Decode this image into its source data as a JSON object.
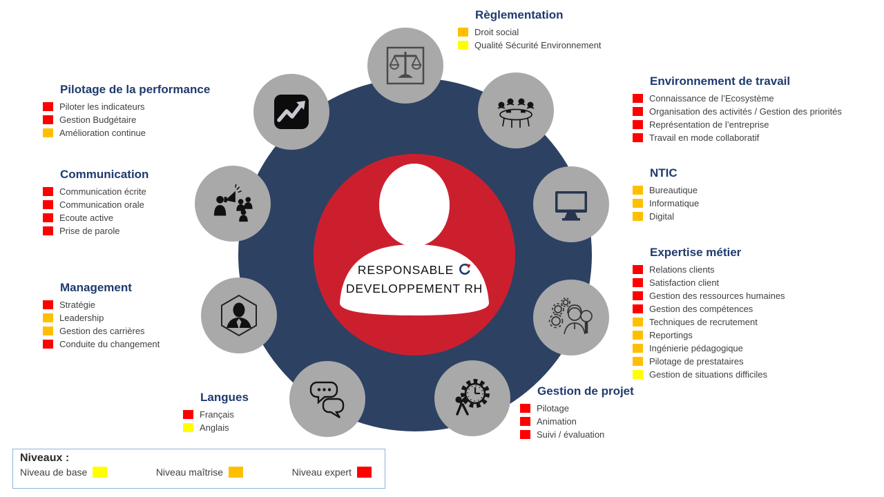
{
  "center": {
    "line1": "RESPONSABLE",
    "line2": "DEVELOPPEMENT RH"
  },
  "colors": {
    "outer_circle": "#2d4163",
    "inner_circle": "#cc1f2e",
    "node_circle": "#a9a9a9",
    "category_title": "#1e3b6e",
    "item_text": "#3f3f3f",
    "level_expert": "#fe0000",
    "level_maitrise": "#ffbf00",
    "level_base": "#ffff00",
    "legend_border": "#8ab4dc"
  },
  "categories": [
    {
      "id": "reglementation",
      "title": "Règlementation",
      "icon": "scales-icon",
      "items": [
        {
          "label": "Droit social",
          "level": "maitrise"
        },
        {
          "label": "Qualité Sécurité Environnement",
          "level": "base"
        }
      ]
    },
    {
      "id": "environnement",
      "title": "Environnement de travail",
      "icon": "meeting-table-icon",
      "items": [
        {
          "label": "Connaissance de l’Ecosystème",
          "level": "expert"
        },
        {
          "label": "Organisation des activités / Gestion des priorités",
          "level": "expert"
        },
        {
          "label": "Représentation de l’entreprise",
          "level": "expert"
        },
        {
          "label": "Travail en mode collaboratif",
          "level": "expert"
        }
      ]
    },
    {
      "id": "ntic",
      "title": "NTIC",
      "icon": "monitor-icon",
      "items": [
        {
          "label": "Bureautique",
          "level": "maitrise"
        },
        {
          "label": "Informatique",
          "level": "maitrise"
        },
        {
          "label": "Digital",
          "level": "maitrise"
        }
      ]
    },
    {
      "id": "expertise",
      "title": "Expertise métier",
      "icon": "analyst-gears-icon",
      "items": [
        {
          "label": "Relations clients",
          "level": "expert"
        },
        {
          "label": "Satisfaction client",
          "level": "expert"
        },
        {
          "label": "Gestion des ressources humaines",
          "level": "expert"
        },
        {
          "label": "Gestion des compétences",
          "level": "expert"
        },
        {
          "label": "Techniques de recrutement",
          "level": "maitrise"
        },
        {
          "label": "Reportings",
          "level": "maitrise"
        },
        {
          "label": "Ingénierie pédagogique",
          "level": "maitrise"
        },
        {
          "label": "Pilotage de prestataires",
          "level": "maitrise"
        },
        {
          "label": "Gestion de situations difficiles",
          "level": "base"
        }
      ]
    },
    {
      "id": "projet",
      "title": "Gestion de projet",
      "icon": "clock-gear-icon",
      "items": [
        {
          "label": "Pilotage",
          "level": "expert"
        },
        {
          "label": "Animation",
          "level": "expert"
        },
        {
          "label": "Suivi / évaluation",
          "level": "expert"
        }
      ]
    },
    {
      "id": "langues",
      "title": "Langues",
      "icon": "speech-bubbles-icon",
      "items": [
        {
          "label": "Français",
          "level": "expert"
        },
        {
          "label": "Anglais",
          "level": "base"
        }
      ]
    },
    {
      "id": "management",
      "title": "Management",
      "icon": "hexagon-person-icon",
      "items": [
        {
          "label": "Stratégie",
          "level": "expert"
        },
        {
          "label": "Leadership",
          "level": "maitrise"
        },
        {
          "label": "Gestion des carrières",
          "level": "maitrise"
        },
        {
          "label": "Conduite du changement",
          "level": "expert"
        }
      ]
    },
    {
      "id": "communication",
      "title": "Communication",
      "icon": "megaphone-people-icon",
      "items": [
        {
          "label": "Communication écrite",
          "level": "expert"
        },
        {
          "label": "Communication orale",
          "level": "expert"
        },
        {
          "label": "Ecoute active",
          "level": "expert"
        },
        {
          "label": "Prise de parole",
          "level": "expert"
        }
      ]
    },
    {
      "id": "performance",
      "title": "Pilotage de la performance",
      "icon": "trend-chart-icon",
      "items": [
        {
          "label": "Piloter les indicateurs",
          "level": "expert"
        },
        {
          "label": "Gestion Budgétaire",
          "level": "expert"
        },
        {
          "label": "Amélioration continue",
          "level": "maitrise"
        }
      ]
    }
  ],
  "legend": {
    "title": "Niveaux :",
    "entries": [
      {
        "label": "Niveau de base",
        "level": "base"
      },
      {
        "label": "Niveau maîtrise",
        "level": "maitrise"
      },
      {
        "label": "Niveau expert",
        "level": "expert"
      }
    ]
  }
}
